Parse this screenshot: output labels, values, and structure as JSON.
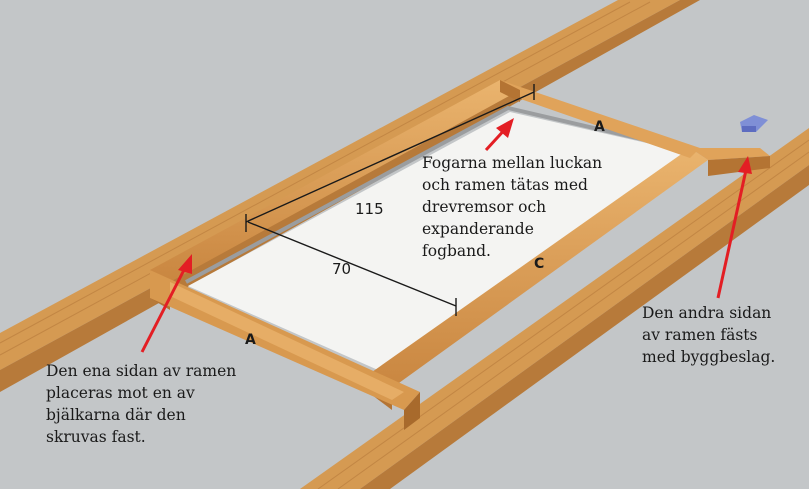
{
  "dimensions": {
    "length_label": "115",
    "width_label": "70"
  },
  "side_labels": {
    "top_right": "A",
    "bottom_left": "A",
    "right_long": "C"
  },
  "callouts": {
    "seal": {
      "lines": [
        "Fogarna mellan luckan",
        "och ramen tätas med",
        "drevremsor och",
        "expanderande",
        "fogband."
      ]
    },
    "left_side": {
      "lines": [
        "Den ena sidan av ramen",
        "placeras mot en av",
        "bjälkarna där den",
        "skruvas fast."
      ]
    },
    "right_side": {
      "lines": [
        "Den andra sidan",
        "av ramen fästs",
        "med byggbeslag."
      ]
    }
  },
  "colors": {
    "background": "#c3c6c8",
    "wood": "#d99a4e",
    "wood_dark": "#b47433",
    "wood_light": "#eab46e",
    "hatch": "#f4f4f2",
    "arrow": "#e31e24",
    "bracket": "#7f8fd6"
  }
}
